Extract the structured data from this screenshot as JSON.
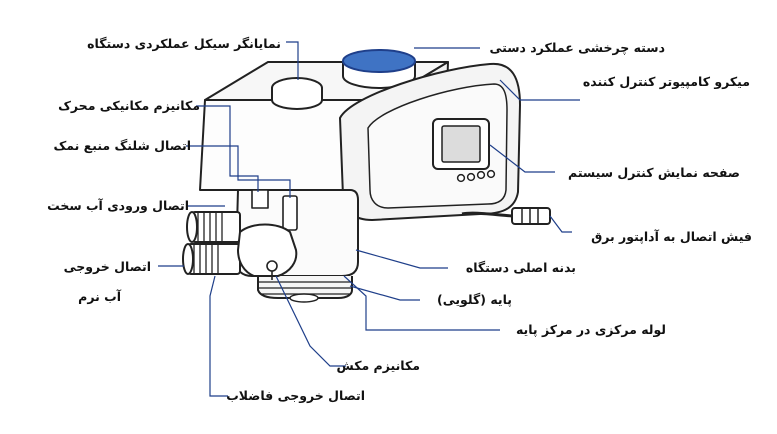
{
  "colors": {
    "leader": "#1f3f8a",
    "outline": "#222222",
    "knob": "#3f73c4",
    "text": "#111111"
  },
  "labels": {
    "cycle_indicator": "نمایانگر سیکل عملکردی دستگاه",
    "manual_knob": "دسته چرخشی عملکرد دستی",
    "microcomputer": "میکرو کامپیوتر کنترل کننده",
    "mechanical_drive": "مکانیزم مکانیکی محرک",
    "brine_hose": "اتصال شلنگ منبع نمک",
    "display": "صفحه نمایش کنترل سیستم",
    "hard_inlet": "اتصال ورودی آب سخت",
    "power_plug": "فیش اتصال به آداپتور برق",
    "outlet_line1": "اتصال خروجی",
    "outlet_line2": "آب نرم",
    "main_body": "بدنه اصلی دستگاه",
    "base": "پایه (گلویی)",
    "center_pipe": "لوله مرکزی در مرکز پایه",
    "suction": "مکانیزم مکش",
    "drain_outlet": "اتصال خروجی فاضلاب"
  }
}
